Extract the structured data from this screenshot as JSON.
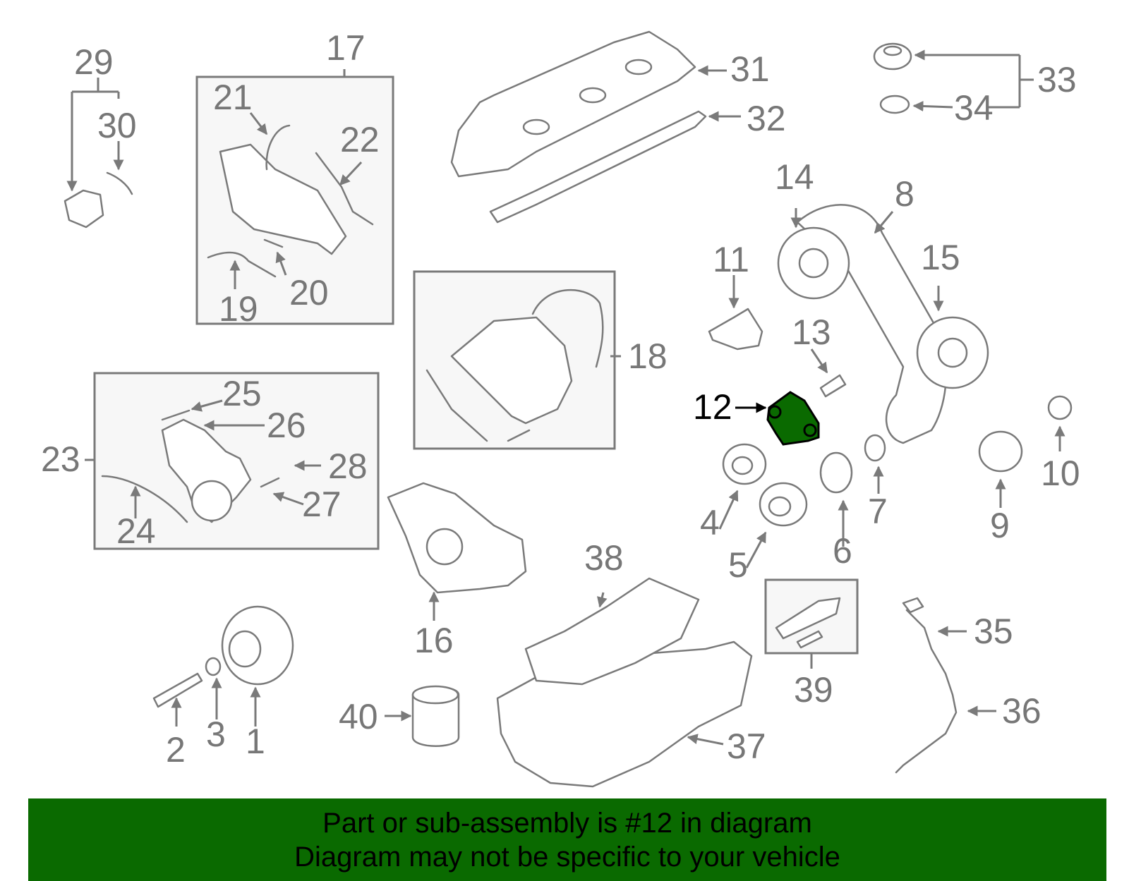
{
  "highlight": {
    "part_number": "12",
    "fill_color": "#0a6a00"
  },
  "labels": [
    "1",
    "2",
    "3",
    "4",
    "5",
    "6",
    "7",
    "8",
    "9",
    "10",
    "11",
    "12",
    "13",
    "14",
    "15",
    "16",
    "17",
    "18",
    "19",
    "20",
    "21",
    "22",
    "23",
    "24",
    "25",
    "26",
    "27",
    "28",
    "29",
    "30",
    "31",
    "32",
    "33",
    "34",
    "35",
    "36",
    "37",
    "38",
    "39",
    "40"
  ],
  "banner": {
    "background": "#0a6a00",
    "line1": "Part or sub-assembly is #12 in diagram",
    "line2": "Diagram may not be specific to your vehicle"
  }
}
